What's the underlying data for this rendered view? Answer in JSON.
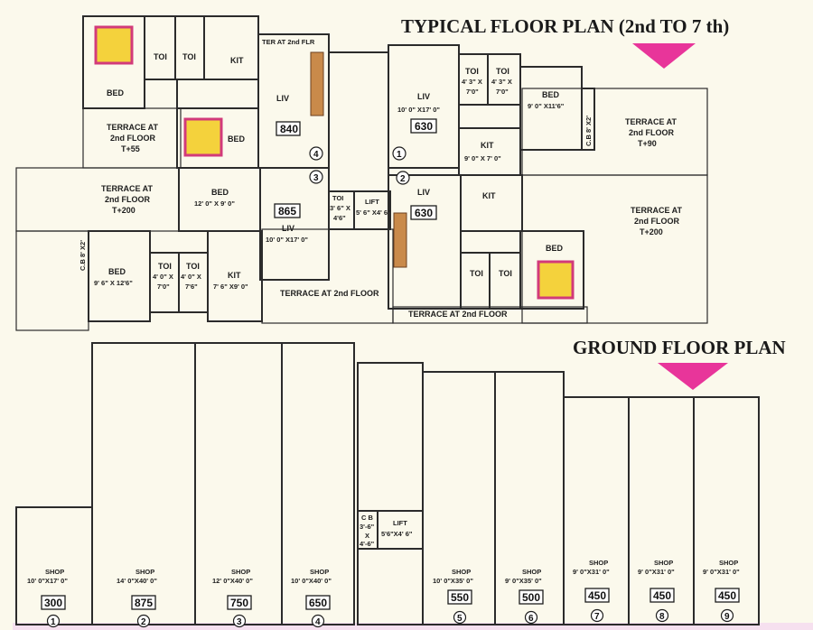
{
  "headings": {
    "typical": "TYPICAL FLOOR PLAN (2nd TO 7 th)",
    "ground": "GROUND  FLOOR PLAN"
  },
  "colors": {
    "terrace_pink": "#f2b8c8",
    "liv_blue": "#d9ecf3",
    "room_cream": "#fbf8de",
    "arrow_magenta": "#e8359a",
    "shop_lavender": "#ece4f4",
    "shop_pink": "#f6e0ef"
  },
  "typical": {
    "flat_left_top": {
      "bed": "BED",
      "toi_a": "TOI",
      "toi_b": "TOI",
      "kit": "KIT",
      "ter": "TER AT 2nd FLR",
      "liv": "LIV",
      "area": "840",
      "num": "4",
      "bed2": "BED"
    },
    "flat_right_top": {
      "liv": "LIV",
      "liv_dim": "10' 0\" X17' 0\"",
      "area": "630",
      "num": "1",
      "toi_a": "TOI",
      "toi_a_dim1": "4' 3\" X",
      "toi_a_dim2": "7'0\"",
      "toi_b": "TOI",
      "toi_b_dim1": "4' 3\" X",
      "toi_b_dim2": "7'0\"",
      "bed": "BED",
      "bed_dim": "9' 0\" X11'6\"",
      "cb": "C.B 8' X2'",
      "kit": "KIT",
      "kit_dim": "9' 0\" X 7' 0\""
    },
    "flat_left_bottom": {
      "num": "3",
      "bed": "BED",
      "bed_dim": "12' 0\" X 9' 0\"",
      "liv": "LIV",
      "liv_dim": "10' 0\" X17' 0\"",
      "area": "865",
      "bed2": "BED",
      "bed2_dim": "9' 6\" X 12'6\"",
      "cb": "C.B 8' X2'",
      "toi_a": "TOI",
      "toi_a_dim1": "4' 0\" X",
      "toi_a_dim2": "7'0\"",
      "toi_b": "TOI",
      "toi_b_dim1": "4' 0\" X",
      "toi_b_dim2": "7'6\"",
      "kit": "KIT",
      "kit_dim": "7' 6\" X9' 0\""
    },
    "flat_right_bottom": {
      "num": "2",
      "liv": "LIV",
      "area": "630",
      "kit": "KIT",
      "toi_a": "TOI",
      "toi_b": "TOI",
      "bed": "BED"
    },
    "core": {
      "toi": "TOI",
      "toi_dim1": "3' 6\" X",
      "toi_dim2": "4'6\"",
      "lift": "LIFT",
      "lift_dim": "5' 6\" X4' 6\""
    },
    "terraces": {
      "t1_l1": "TERRACE AT",
      "t1_l2": "2nd FLOOR",
      "t1_l3": "T+55",
      "t2_l1": "TERRACE AT",
      "t2_l2": "2nd FLOOR",
      "t2_l3": "T+200",
      "t3_l1": "TERRACE AT",
      "t3_l2": "2nd FLOOR",
      "t3_l3": "T+90",
      "t4_l1": "TERRACE AT",
      "t4_l2": "2nd FLOOR",
      "t4_l3": "T+200",
      "t5": "TERRACE  AT 2nd FLOOR",
      "t6": "TERRACE  AT  2nd  FLOOR"
    }
  },
  "ground": {
    "core": {
      "cb_l1": "C B",
      "cb_l2": "3'-6\"",
      "cb_l3": "X",
      "cb_l4": "4'-6\"",
      "lift": "LIFT",
      "lift_dim": "5'6\"X4' 6\""
    },
    "shops": [
      {
        "label": "SHOP",
        "dim": "10' 0\"X17' 0\"",
        "area": "300",
        "num": "1"
      },
      {
        "label": "SHOP",
        "dim": "14' 0\"X40' 0\"",
        "area": "875",
        "num": "2"
      },
      {
        "label": "SHOP",
        "dim": "12' 0\"X40' 0\"",
        "area": "750",
        "num": "3"
      },
      {
        "label": "SHOP",
        "dim": "10' 0\"X40' 0\"",
        "area": "650",
        "num": "4"
      },
      {
        "label": "SHOP",
        "dim": "10' 0\"X35' 0\"",
        "area": "550",
        "num": "5"
      },
      {
        "label": "SHOP",
        "dim": "9' 0\"X35' 0\"",
        "area": "500",
        "num": "6"
      },
      {
        "label": "SHOP",
        "dim": "9' 0\"X31' 0\"",
        "area": "450",
        "num": "7"
      },
      {
        "label": "SHOP",
        "dim": "9' 0\"X31' 0\"",
        "area": "450",
        "num": "8"
      },
      {
        "label": "SHOP",
        "dim": "9' 0\"X31' 0\"",
        "area": "450",
        "num": "9"
      }
    ]
  }
}
